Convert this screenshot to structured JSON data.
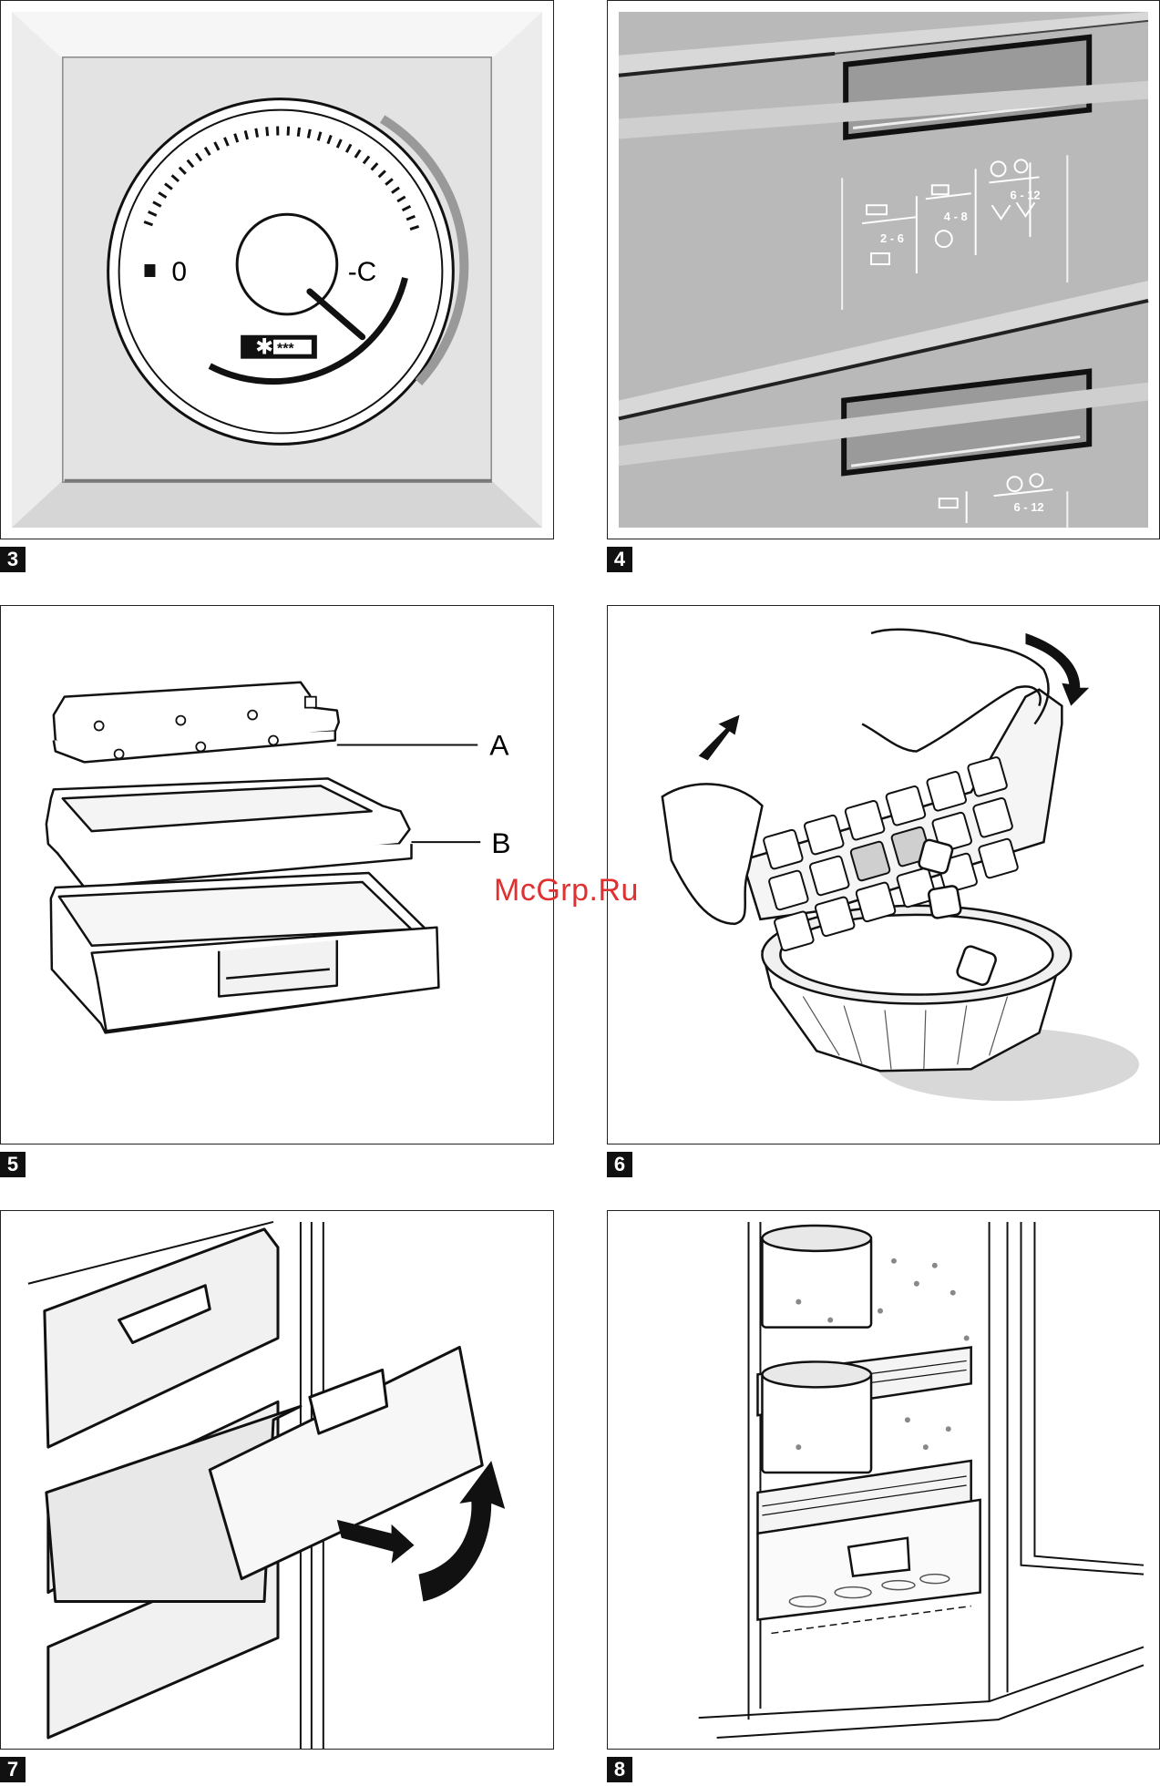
{
  "figures": [
    {
      "number": "3",
      "dial": {
        "zero_label": "0",
        "cold_label": "-C",
        "stars": "***"
      }
    },
    {
      "number": "4",
      "drawer_labels": {
        "range_a": "2 - 6",
        "range_b": "4 - 8",
        "range_c": "6 - 12",
        "range_d": "6 - 12"
      }
    },
    {
      "number": "5",
      "callouts": {
        "a": "A",
        "b": "B"
      }
    },
    {
      "number": "6"
    },
    {
      "number": "7"
    },
    {
      "number": "8"
    }
  ],
  "watermark": "McGrp.Ru",
  "colors": {
    "ink": "#111111",
    "panel_grey": "#b9b9b9",
    "light_grey": "#ececec",
    "watermark": "#e0302f"
  }
}
